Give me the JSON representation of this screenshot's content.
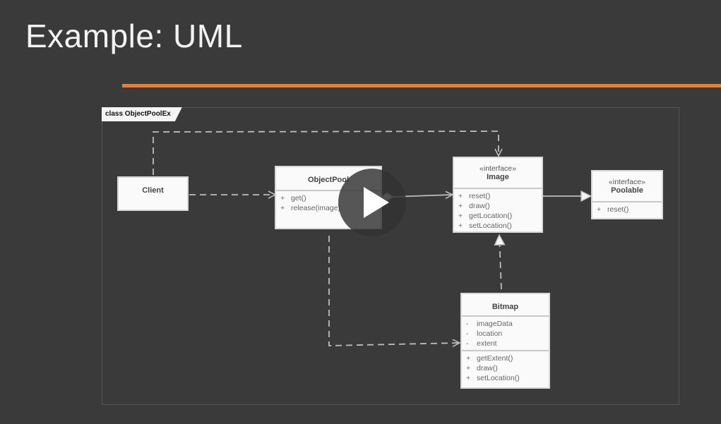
{
  "slide": {
    "title": "Example: UML"
  },
  "colors": {
    "accent": "#ed7d31",
    "background": "#3a3a3a"
  },
  "frame": {
    "label": "class ObjectPoolEx"
  },
  "classes": {
    "client": {
      "name": "Client"
    },
    "object_pool": {
      "name": "ObjectPool",
      "ops": [
        {
          "vis": "+",
          "text": "get()"
        },
        {
          "vis": "+",
          "text": "release(image)"
        }
      ]
    },
    "image": {
      "stereotype": "«interface»",
      "name": "Image",
      "ops": [
        {
          "vis": "+",
          "text": "reset()"
        },
        {
          "vis": "+",
          "text": "draw()"
        },
        {
          "vis": "+",
          "text": "getLocation()"
        },
        {
          "vis": "+",
          "text": "setLocation()"
        }
      ]
    },
    "poolable": {
      "stereotype": "«interface»",
      "name": "Poolable",
      "ops": [
        {
          "vis": "+",
          "text": "reset()"
        }
      ]
    },
    "bitmap": {
      "name": "Bitmap",
      "attrs": [
        {
          "vis": "-",
          "text": "imageData"
        },
        {
          "vis": "-",
          "text": "location"
        },
        {
          "vis": "-",
          "text": "extent"
        }
      ],
      "ops": [
        {
          "vis": "+",
          "text": "getExtent()"
        },
        {
          "vis": "+",
          "text": "draw()"
        },
        {
          "vis": "+",
          "text": "setLocation()"
        }
      ]
    }
  },
  "player": {
    "icon": "play-icon"
  }
}
